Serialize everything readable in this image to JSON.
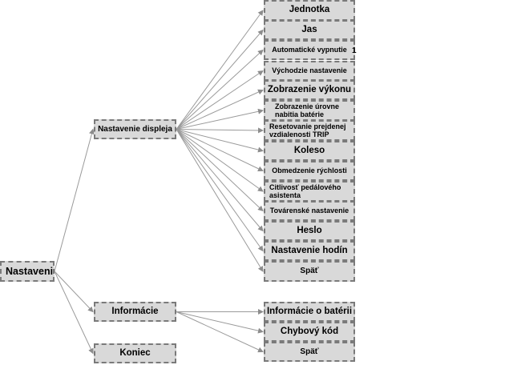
{
  "root": {
    "label": "Nastavenie"
  },
  "level1": [
    {
      "id": "display",
      "label": "Nastavenie displeja"
    },
    {
      "id": "info",
      "label": "Informácie"
    },
    {
      "id": "end",
      "label": "Koniec"
    }
  ],
  "display_items": [
    {
      "label": "Jednotka"
    },
    {
      "label": "Jas"
    },
    {
      "label": "Automatické vypnutie"
    },
    {
      "label": "Východzie nastavenie"
    },
    {
      "label": "Zobrazenie výkonu"
    },
    {
      "label": "Zobrazenie úrovne nabitia batérie"
    },
    {
      "label": "Resetovanie prejdenej vzdialenosti TRIP"
    },
    {
      "label": "Koleso"
    },
    {
      "label": "Obmedzenie rýchlosti"
    },
    {
      "label": "Citlivosť pedálového asistenta"
    },
    {
      "label": "Továrenské nastavenie"
    },
    {
      "label": "Heslo"
    },
    {
      "label": "Nastavenie hodín"
    },
    {
      "label": "Späť"
    }
  ],
  "info_items": [
    {
      "label": "Informácie o batérii"
    },
    {
      "label": "Chybový kód"
    },
    {
      "label": "Späť"
    }
  ],
  "stray_mark": "1"
}
